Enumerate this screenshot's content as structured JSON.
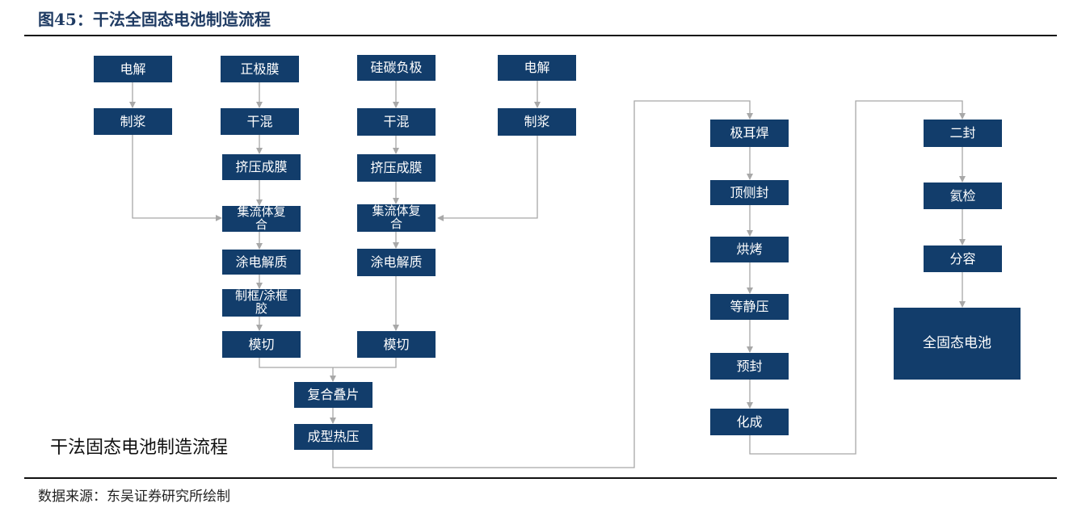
{
  "header": {
    "title": "图45：干法全固态电池制造流程"
  },
  "diagram": {
    "caption": "干法固态电池制造流程",
    "nodes": {
      "electrolysis_left": "电解",
      "cathode_film": "正极膜",
      "sic_anode": "硅碳负极",
      "electrolysis_right": "电解",
      "slurry_left": "制浆",
      "dry_mix_cathode": "干混",
      "dry_mix_anode": "干混",
      "slurry_right": "制浆",
      "extrude_cathode": "挤压成膜",
      "extrude_anode": "挤压成膜",
      "collector_cathode": "集流体复合",
      "collector_anode": "集流体复合",
      "coat_cathode": "涂电解质",
      "coat_anode": "涂电解质",
      "frame_glue": "制框/涂框胶",
      "die_cut_cathode": "模切",
      "die_cut_anode": "模切",
      "stacking": "复合叠片",
      "hot_press": "成型热压",
      "tab_weld": "极耳焊",
      "top_side_seal": "顶侧封",
      "baking": "烘烤",
      "isostatic_press": "等静压",
      "pre_seal": "预封",
      "formation": "化成",
      "second_seal": "二封",
      "helium_check": "氦检",
      "grading": "分容",
      "final_battery": "全固态电池"
    }
  },
  "footer": {
    "source": "数据来源：东吴证券研究所绘制"
  }
}
